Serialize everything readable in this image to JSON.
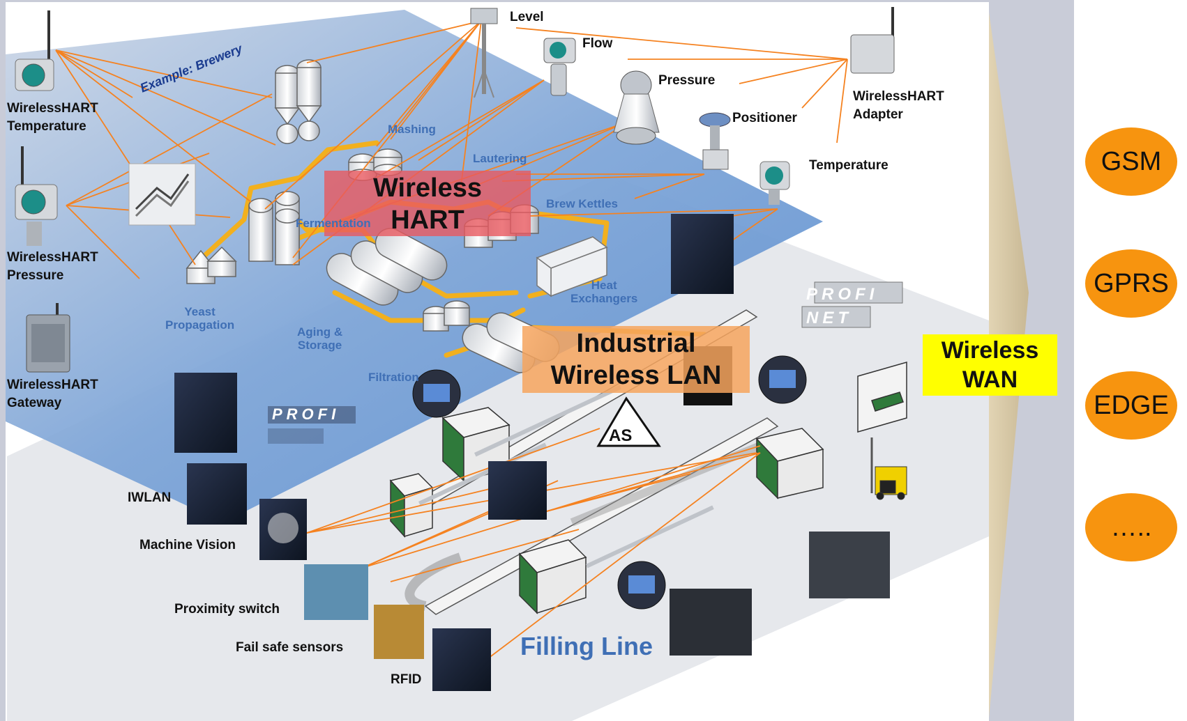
{
  "colors": {
    "wireless_line": "#f58220",
    "hart_band": "#e8595f",
    "wlan_band": "#f6a55e",
    "wan_box": "#ffff00",
    "pill": "#f7940f",
    "process_label": "#3f6fb5",
    "brewery_label": "#1a3b8f"
  },
  "example_label": "Example: Brewery",
  "devices": {
    "wh_temperature": "WirelessHART\nTemperature",
    "wh_pressure": "WirelessHART\nPressure",
    "wh_gateway": "WirelessHART\nGateway",
    "level": "Level",
    "flow": "Flow",
    "pressure": "Pressure",
    "positioner": "Positioner",
    "temperature": "Temperature",
    "wh_adapter": "WirelessHART\nAdapter"
  },
  "process_steps": {
    "mashing": "Mashing",
    "lautering": "Lautering",
    "brew_kettles": "Brew Kettles",
    "fermentation": "Fermentation",
    "heat_exchangers": "Heat\nExchangers",
    "yeast_propagation": "Yeast\nPropagation",
    "aging_storage": "Aging &\nStorage",
    "filtration": "Filtration"
  },
  "bands": {
    "wireless_hart": "Wireless\nHART",
    "industrial_wlan": "Industrial\nWireless LAN",
    "wireless_wan": "Wireless\nWAN"
  },
  "field_devices": {
    "iwlan": "IWLAN",
    "machine_vision": "Machine Vision",
    "proximity_switch": "Proximity switch",
    "fail_safe_sensors": "Fail safe sensors",
    "rfid": "RFID"
  },
  "filling_line": "Filling Line",
  "profinet_logo": "PROFI NET",
  "profibus_logo": "PROFI",
  "wan_options": [
    "GSM",
    "GPRS",
    "EDGE",
    "….."
  ]
}
